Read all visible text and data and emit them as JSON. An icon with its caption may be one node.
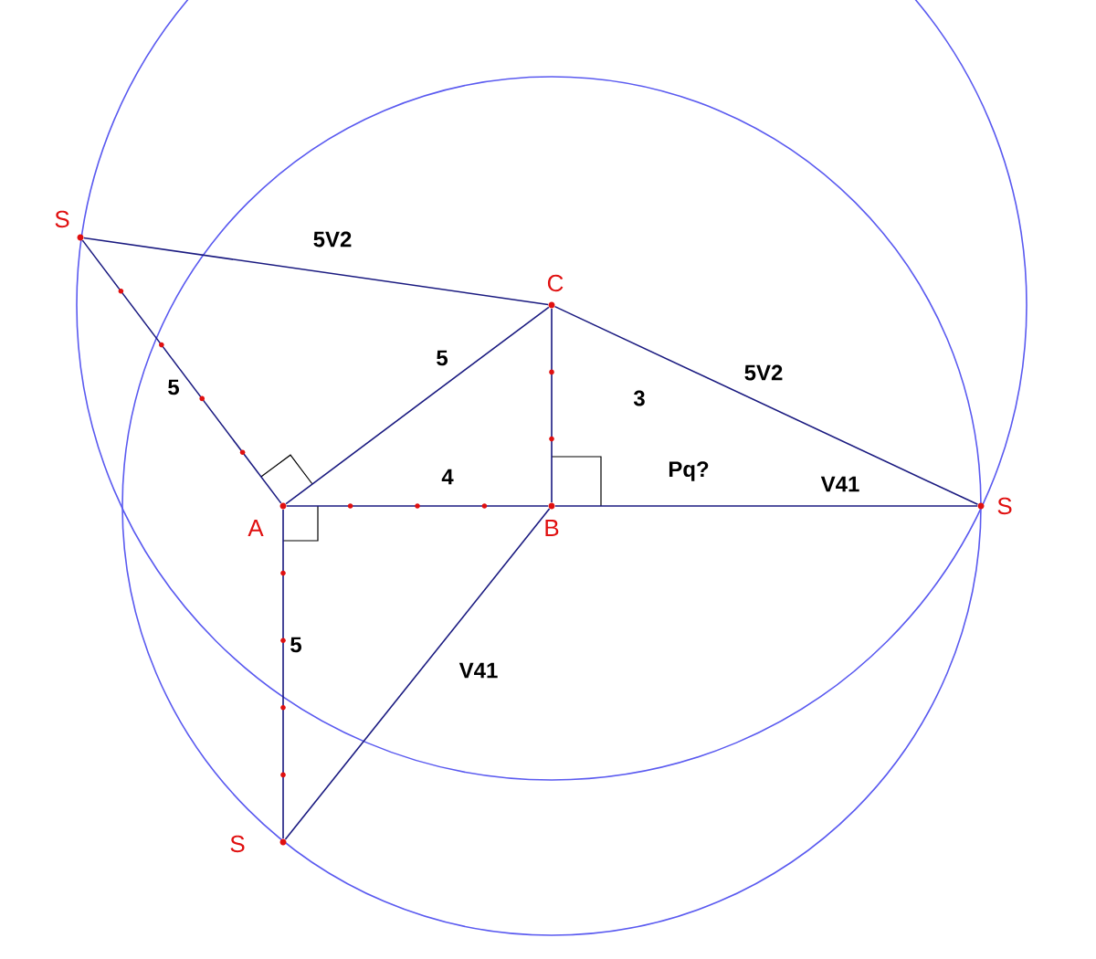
{
  "diagram": {
    "nodes": [
      {
        "text": [],
        "shape": "circle",
        "beside": [
          "S"
        ]
      },
      {
        "text": [],
        "shape": "circle",
        "beside": [
          "C"
        ]
      },
      {
        "text": [],
        "shape": "circle",
        "beside": [
          "A"
        ]
      },
      {
        "text": [],
        "shape": "circle",
        "beside": [
          "B"
        ]
      },
      {
        "text": [],
        "shape": "circle",
        "beside": [
          "S"
        ]
      },
      {
        "text": [],
        "shape": "circle",
        "beside": [
          "S"
        ]
      }
    ],
    "edges": [
      {
        "from": 0,
        "to": 1,
        "arrow": "none",
        "label": "5V2"
      },
      {
        "from": 0,
        "to": 2,
        "arrow": "none",
        "label": "5"
      },
      {
        "from": 2,
        "to": 1,
        "arrow": "none",
        "label": "5"
      },
      {
        "from": 2,
        "to": 3,
        "arrow": "none",
        "label": "4"
      },
      {
        "from": 3,
        "to": 1,
        "arrow": "none",
        "label": "3"
      },
      {
        "from": 1,
        "to": 4,
        "arrow": "none",
        "label": "5V2"
      },
      {
        "from": 3,
        "to": 4,
        "arrow": "none",
        "label": "V41"
      },
      {
        "from": 2,
        "to": 5,
        "arrow": "none",
        "label": "5"
      },
      {
        "from": 3,
        "to": 5,
        "arrow": "none",
        "label": "V41"
      }
    ],
    "labels": [
      "Pq?"
    ]
  }
}
